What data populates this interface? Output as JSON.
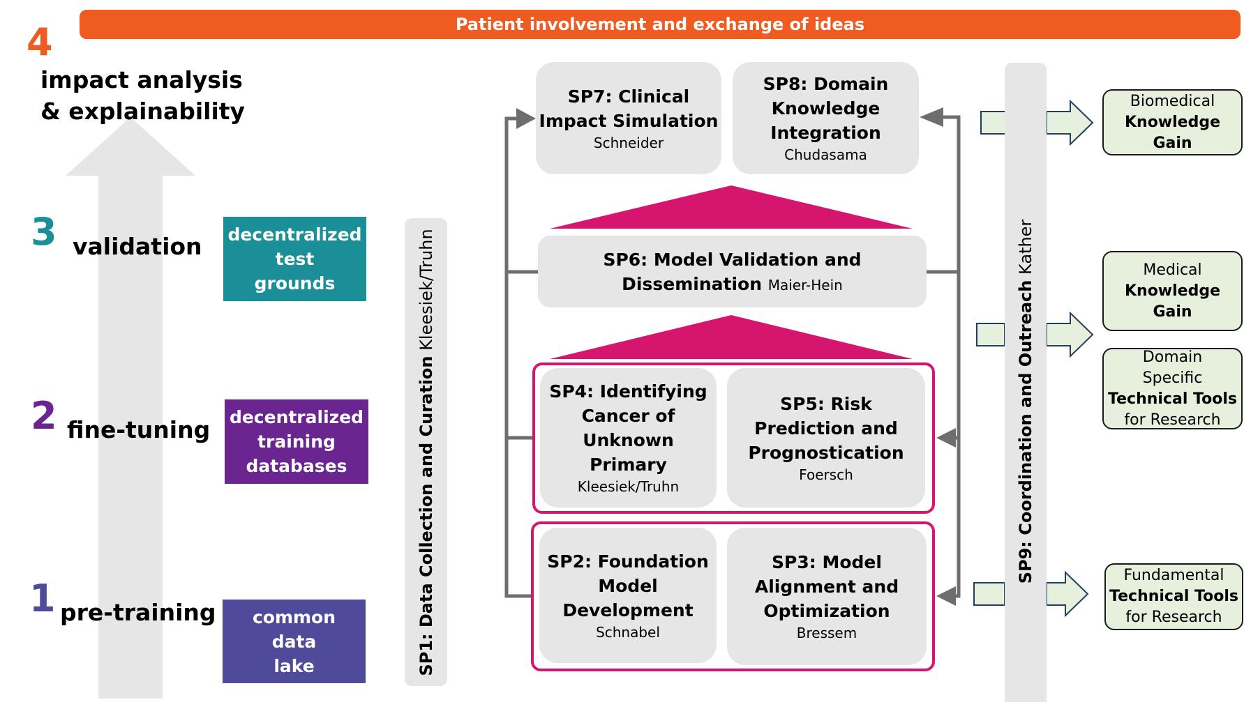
{
  "banner": {
    "text": "Patient involvement and exchange of ideas",
    "color": "#ee5c22"
  },
  "stages": [
    {
      "num": "4",
      "label": "impact analysis\n& explainability",
      "color": "#ee5c22"
    },
    {
      "num": "3",
      "label": "validation",
      "color": "#1a8f98"
    },
    {
      "num": "2",
      "label": "fine-tuning",
      "color": "#6b2591"
    },
    {
      "num": "1",
      "label": "pre-training",
      "color": "#4f4a9a"
    }
  ],
  "color_boxes": [
    {
      "text": "decentralized\ntest\ngrounds",
      "color": "#1a8f98"
    },
    {
      "text": "decentralized\ntraining\ndatabases",
      "color": "#6b2591"
    },
    {
      "text": "common\ndata\nlake",
      "color": "#4f4a9a"
    }
  ],
  "sp1": {
    "title": "SP1: Data Collection and Curation",
    "lead": "Kleesiek/Truhn"
  },
  "sp9": {
    "title": "SP9: Coordination and Outreach",
    "lead": "Kather"
  },
  "sp7": {
    "title": "SP7: Clinical\nImpact Simulation",
    "lead": "Schneider"
  },
  "sp8": {
    "title": "SP8: Domain\nKnowledge\nIntegration",
    "lead": "Chudasama"
  },
  "sp6": {
    "line1": "SP6: Model Validation and",
    "line2": "Dissemination",
    "lead": "Maier-Hein"
  },
  "sp4": {
    "title": "SP4: Identifying\nCancer of\nUnknown\nPrimary",
    "lead": "Kleesiek/Truhn"
  },
  "sp5": {
    "title": "SP5: Risk\nPrediction and\nPrognostication",
    "lead": "Foersch"
  },
  "sp2": {
    "title": "SP2: Foundation\nModel\nDevelopment",
    "lead": "Schnabel"
  },
  "sp3": {
    "title": "SP3: Model\nAlignment and\nOptimization",
    "lead": "Bressem"
  },
  "outputs": [
    {
      "top": "Biomedical",
      "bold": "Knowledge\nGain",
      "bottom": ""
    },
    {
      "top": "Medical",
      "bold": "Knowledge\nGain",
      "bottom": ""
    },
    {
      "top": "Domain\nSpecific",
      "bold": "Technical Tools",
      "bottom": "for Research"
    },
    {
      "top": "Fundamental",
      "bold": "Technical Tools",
      "bottom": "for Research"
    }
  ],
  "accent_color": "#d6156e"
}
